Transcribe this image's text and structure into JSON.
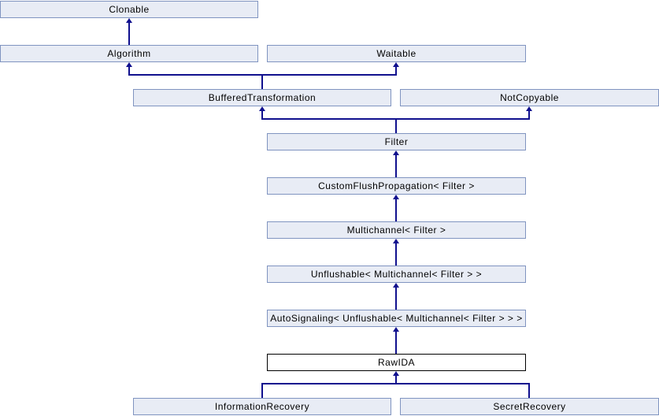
{
  "diagram": {
    "kind": "class-inheritance-diagram",
    "current_class": "RawIDA",
    "nodes": [
      {
        "label": "Clonable"
      },
      {
        "label": "Algorithm"
      },
      {
        "label": "Waitable"
      },
      {
        "label": "BufferedTransformation"
      },
      {
        "label": "NotCopyable"
      },
      {
        "label": "Filter"
      },
      {
        "label": "CustomFlushPropagation< Filter >"
      },
      {
        "label": "Multichannel< Filter >"
      },
      {
        "label": "Unflushable< Multichannel< Filter > >"
      },
      {
        "label": "AutoSignaling< Unflushable< Multichannel< Filter > > >"
      },
      {
        "label": "RawIDA",
        "current": true
      },
      {
        "label": "InformationRecovery"
      },
      {
        "label": "SecretRecovery"
      }
    ],
    "edges": [
      {
        "from": "Algorithm",
        "to": "Clonable"
      },
      {
        "from": "BufferedTransformation",
        "to": "Algorithm"
      },
      {
        "from": "BufferedTransformation",
        "to": "Waitable"
      },
      {
        "from": "Filter",
        "to": "BufferedTransformation"
      },
      {
        "from": "Filter",
        "to": "NotCopyable"
      },
      {
        "from": "CustomFlushPropagation< Filter >",
        "to": "Filter"
      },
      {
        "from": "Multichannel< Filter >",
        "to": "CustomFlushPropagation< Filter >"
      },
      {
        "from": "Unflushable< Multichannel< Filter > >",
        "to": "Multichannel< Filter >"
      },
      {
        "from": "AutoSignaling< Unflushable< Multichannel< Filter > > >",
        "to": "Unflushable< Multichannel< Filter > >"
      },
      {
        "from": "RawIDA",
        "to": "AutoSignaling< Unflushable< Multichannel< Filter > > >"
      },
      {
        "from": "InformationRecovery",
        "to": "RawIDA"
      },
      {
        "from": "SecretRecovery",
        "to": "RawIDA"
      }
    ],
    "colors": {
      "node_fill": "#e8ecf5",
      "node_border": "#8094c0",
      "current_node_fill": "#ffffff",
      "current_node_border": "#000000",
      "edge": "#10108e",
      "text": "#000000",
      "background": "#ffffff"
    }
  }
}
